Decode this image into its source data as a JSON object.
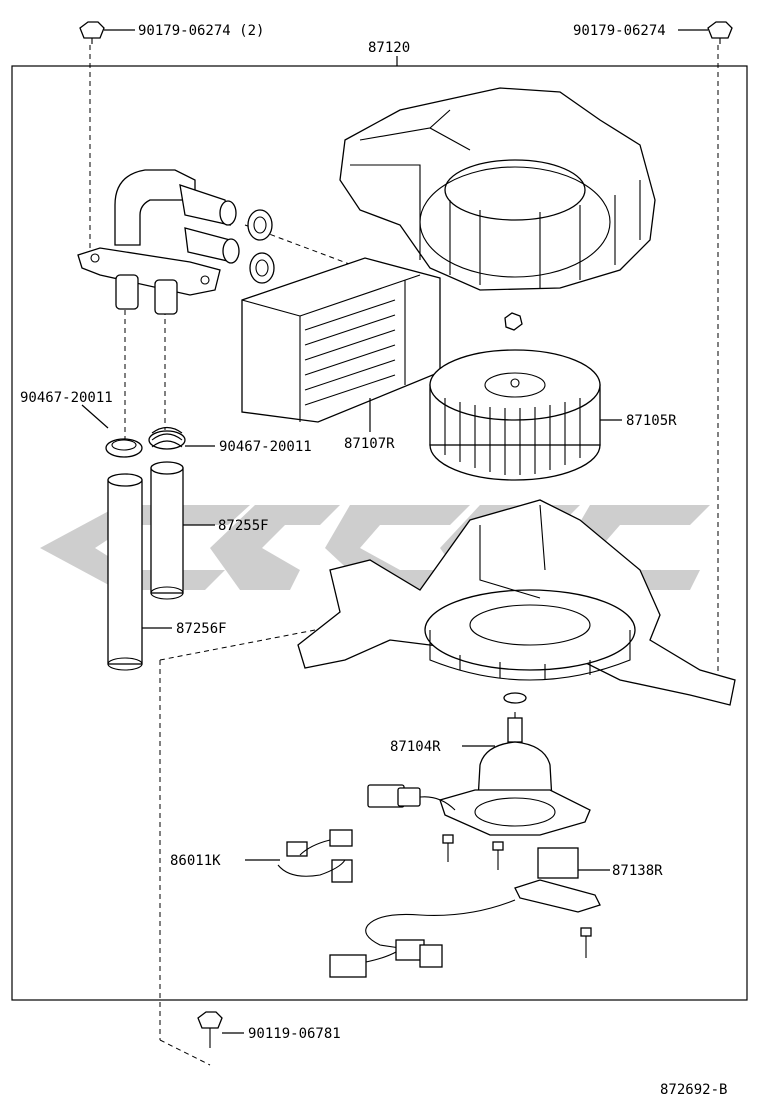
{
  "diagram": {
    "drawing_number": "872692-B",
    "assembly_part": "87120",
    "parts": {
      "screw_top_left": "90179-06274 (2)",
      "screw_top_right": "90179-06274",
      "clamp_left": "90467-20011",
      "clamp_right": "90467-20011",
      "heater_core": "87107R",
      "blower_fan": "87105R",
      "hose_short": "87255F",
      "hose_long": "87256F",
      "blower_motor": "87104R",
      "wire_harness": "86011K",
      "resistor": "87138R",
      "screw_bottom": "90119-06781"
    }
  },
  "colors": {
    "line": "#000000",
    "background": "#ffffff",
    "watermark": "#bdbdbd"
  }
}
